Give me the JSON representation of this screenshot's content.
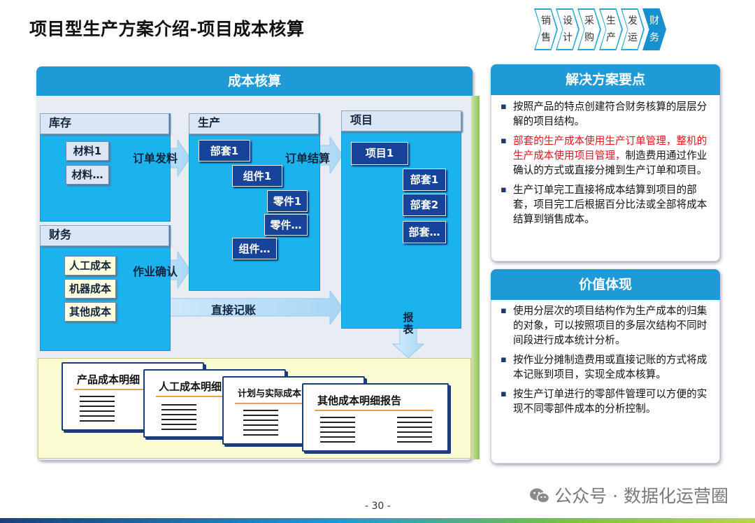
{
  "title": "项目型生产方案介绍-项目成本核算",
  "process_steps": [
    {
      "top": "销",
      "bottom": "售"
    },
    {
      "top": "设",
      "bottom": "计"
    },
    {
      "top": "采",
      "bottom": "购"
    },
    {
      "top": "生",
      "bottom": "产"
    },
    {
      "top": "发",
      "bottom": "运"
    },
    {
      "top": "财",
      "bottom": "务"
    }
  ],
  "process_active_step": "财务",
  "diagram": {
    "header": "成本核算",
    "inventory": {
      "label": "库存",
      "items": [
        "材料1",
        "材料…"
      ]
    },
    "finance": {
      "label": "财务",
      "items": [
        "人工成本",
        "机器成本",
        "其他成本"
      ]
    },
    "production": {
      "label": "生产",
      "nodes": [
        "部套1",
        "组件1",
        "零件1",
        "零件…",
        "组件…"
      ]
    },
    "project": {
      "label": "项目",
      "nodes": [
        "项目1",
        "部套1",
        "部套2",
        "部套…"
      ]
    },
    "arrows": {
      "order_issue": "订单发料",
      "order_settle": "订单结算",
      "activity_confirm": "作业确认",
      "direct_post": "直接记账",
      "report": "报表"
    },
    "reports": [
      "产品成本明细",
      "人工成本明细",
      "计划与实际成本",
      "其他成本明细报告"
    ]
  },
  "solution_points": {
    "header": "解决方案要点",
    "items": [
      {
        "text": "按照产品的特点创建符合财务核算的层层分解的项目结构。"
      },
      {
        "highlight": "部套的生产成本使用生产订单管理，整机的生产成本使用项目管理，",
        "text": "制造费用通过作业确认的方式或直接分摊到生产订单和项目。"
      },
      {
        "text": "生产订单完工直接将成本结算到项目的部套，项目完工后根据百分比法或全部将成本结算到销售成本。"
      }
    ]
  },
  "value": {
    "header": "价值体现",
    "items": [
      "使用分层次的项目结构作为生产成本的归集的对象，可以按照项目的多层次结构不同时间段进行成本统计分析。",
      "按作业分摊制造费用或直接记账的方式将成本记账到项目，实现全成本核算。",
      "按生产订单进行的零部件管理可以方便的实现不同零部件成本的分析控制。"
    ]
  },
  "watermark": "公众号 · 数据化运营圈",
  "page_number": "- 30 -"
}
